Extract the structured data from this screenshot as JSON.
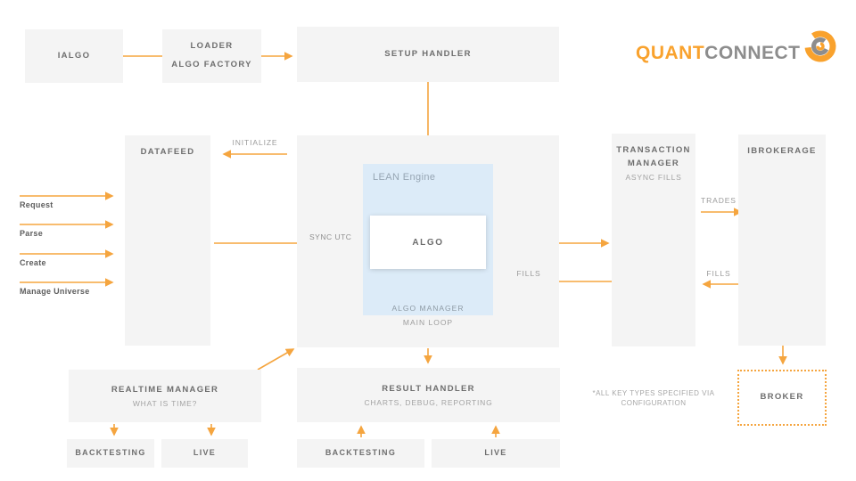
{
  "logo": {
    "quant": "QUANT",
    "connect": "CONNECT"
  },
  "colors": {
    "orange": "#f5a53f",
    "box_bg": "#f4f4f4",
    "lean_bg": "#dcebf8"
  },
  "boxes": {
    "ialgo": {
      "title": "IALGO"
    },
    "loader": {
      "line1": "LOADER",
      "line2": "ALGO FACTORY"
    },
    "setup_handler": {
      "title": "SETUP HANDLER"
    },
    "datafeed": {
      "title": "DATAFEED"
    },
    "lean_engine": {
      "title": "LEAN Engine",
      "algo": "ALGO",
      "algo_manager": "ALGO MANAGER",
      "main_loop": "MAIN LOOP"
    },
    "transaction_manager": {
      "title": "TRANSACTION MANAGER",
      "subtitle": "ASYNC FILLS"
    },
    "ibrokerage": {
      "title": "IBROKERAGE"
    },
    "realtime_manager": {
      "title": "REALTIME MANAGER",
      "subtitle": "WHAT IS TIME?"
    },
    "result_handler": {
      "title": "RESULT HANDLER",
      "subtitle": "CHARTS, DEBUG, REPORTING"
    },
    "broker": {
      "title": "BROKER"
    },
    "backtesting_left": {
      "title": "BACKTESTING"
    },
    "live_left": {
      "title": "LIVE"
    },
    "backtesting_center": {
      "title": "BACKTESTING"
    },
    "live_center": {
      "title": "LIVE"
    }
  },
  "labels": {
    "initialize": "INITIALIZE",
    "request": "Request",
    "parse": "Parse",
    "create": "Create",
    "manage_universe": "Manage Universe",
    "sync_utc": "SYNC UTC",
    "fills_center": "FILLS",
    "trades": "TRADES",
    "fills_right": "FILLS",
    "note_line1": "*ALL KEY TYPES SPECIFIED VIA",
    "note_line2": "CONFIGURATION"
  }
}
